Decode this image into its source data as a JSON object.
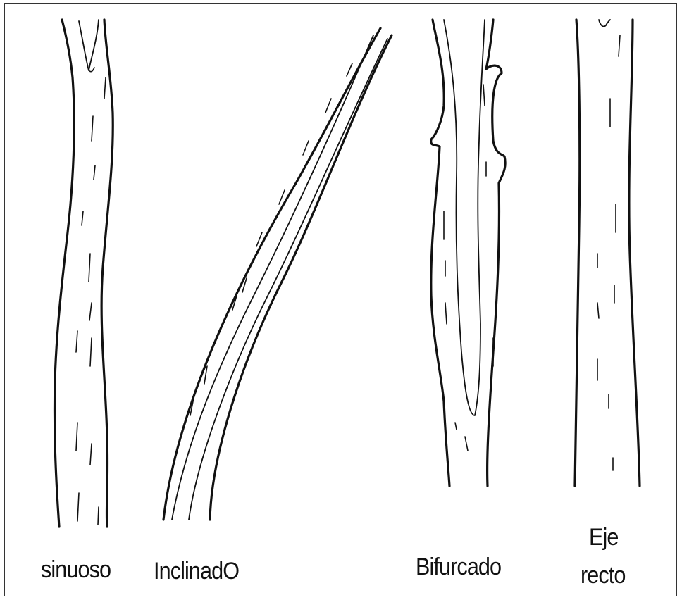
{
  "labels": {
    "sinuous": "sinuoso",
    "inclined": "InclinadO",
    "bifurcated": "Bifurcado",
    "straight_line1": "Eje",
    "straight_line2": "recto"
  },
  "colors": {
    "ink": "#111111",
    "background": "#ffffff",
    "border": "#333333"
  }
}
